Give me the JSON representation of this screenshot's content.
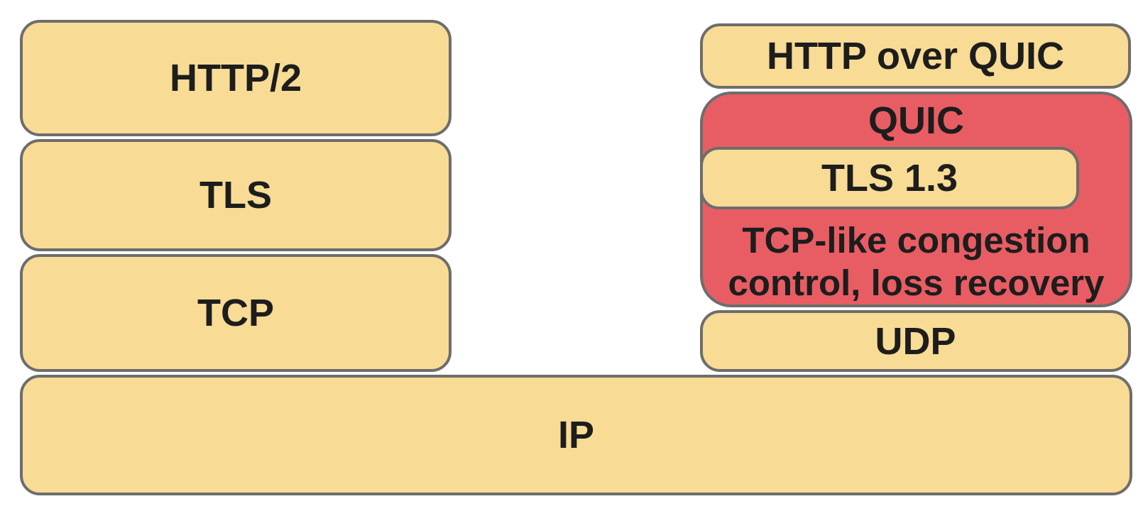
{
  "diagram": {
    "left_stack": {
      "http2_label": "HTTP/2",
      "tls_label": "TLS",
      "tcp_label": "TCP"
    },
    "right_stack": {
      "http_over_quic_label": "HTTP over QUIC",
      "quic_label": "QUIC",
      "tls13_label": "TLS 1.3",
      "congestion_line1": "TCP-like congestion",
      "congestion_line2": "control, loss recovery",
      "udp_label": "UDP"
    },
    "base": {
      "ip_label": "IP"
    },
    "colors": {
      "layer_fill": "#F8DB94",
      "quic_fill": "#E85D63",
      "border": "#6D6D6D",
      "text": "#1D1D1D",
      "background": "#FFFFFF"
    }
  }
}
